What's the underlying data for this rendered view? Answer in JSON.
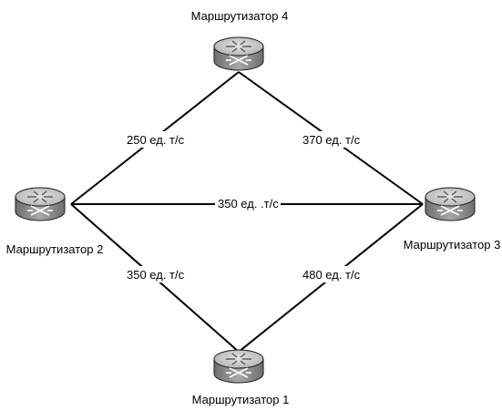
{
  "routers": {
    "r1": {
      "label": "Маршрутизатор 1"
    },
    "r2": {
      "label": "Маршрутизатор 2"
    },
    "r3": {
      "label": "Маршрутизатор 3"
    },
    "r4": {
      "label": "Маршрутизатор 4"
    }
  },
  "links": {
    "r2_r4": {
      "label": "250 ед. т/с"
    },
    "r4_r3": {
      "label": "370 ед. т/с"
    },
    "r2_r3": {
      "label": "350 ед. .т/с"
    },
    "r2_r1": {
      "label": "350 ед. т/с"
    },
    "r1_r3": {
      "label": "480 ед. т/с"
    }
  },
  "colors": {
    "line": "#000000",
    "router_top": "#c8c8c8",
    "router_side": "#8a8a8a",
    "router_outline": "#1a1a1a"
  },
  "icons": {
    "router": "router-icon"
  }
}
